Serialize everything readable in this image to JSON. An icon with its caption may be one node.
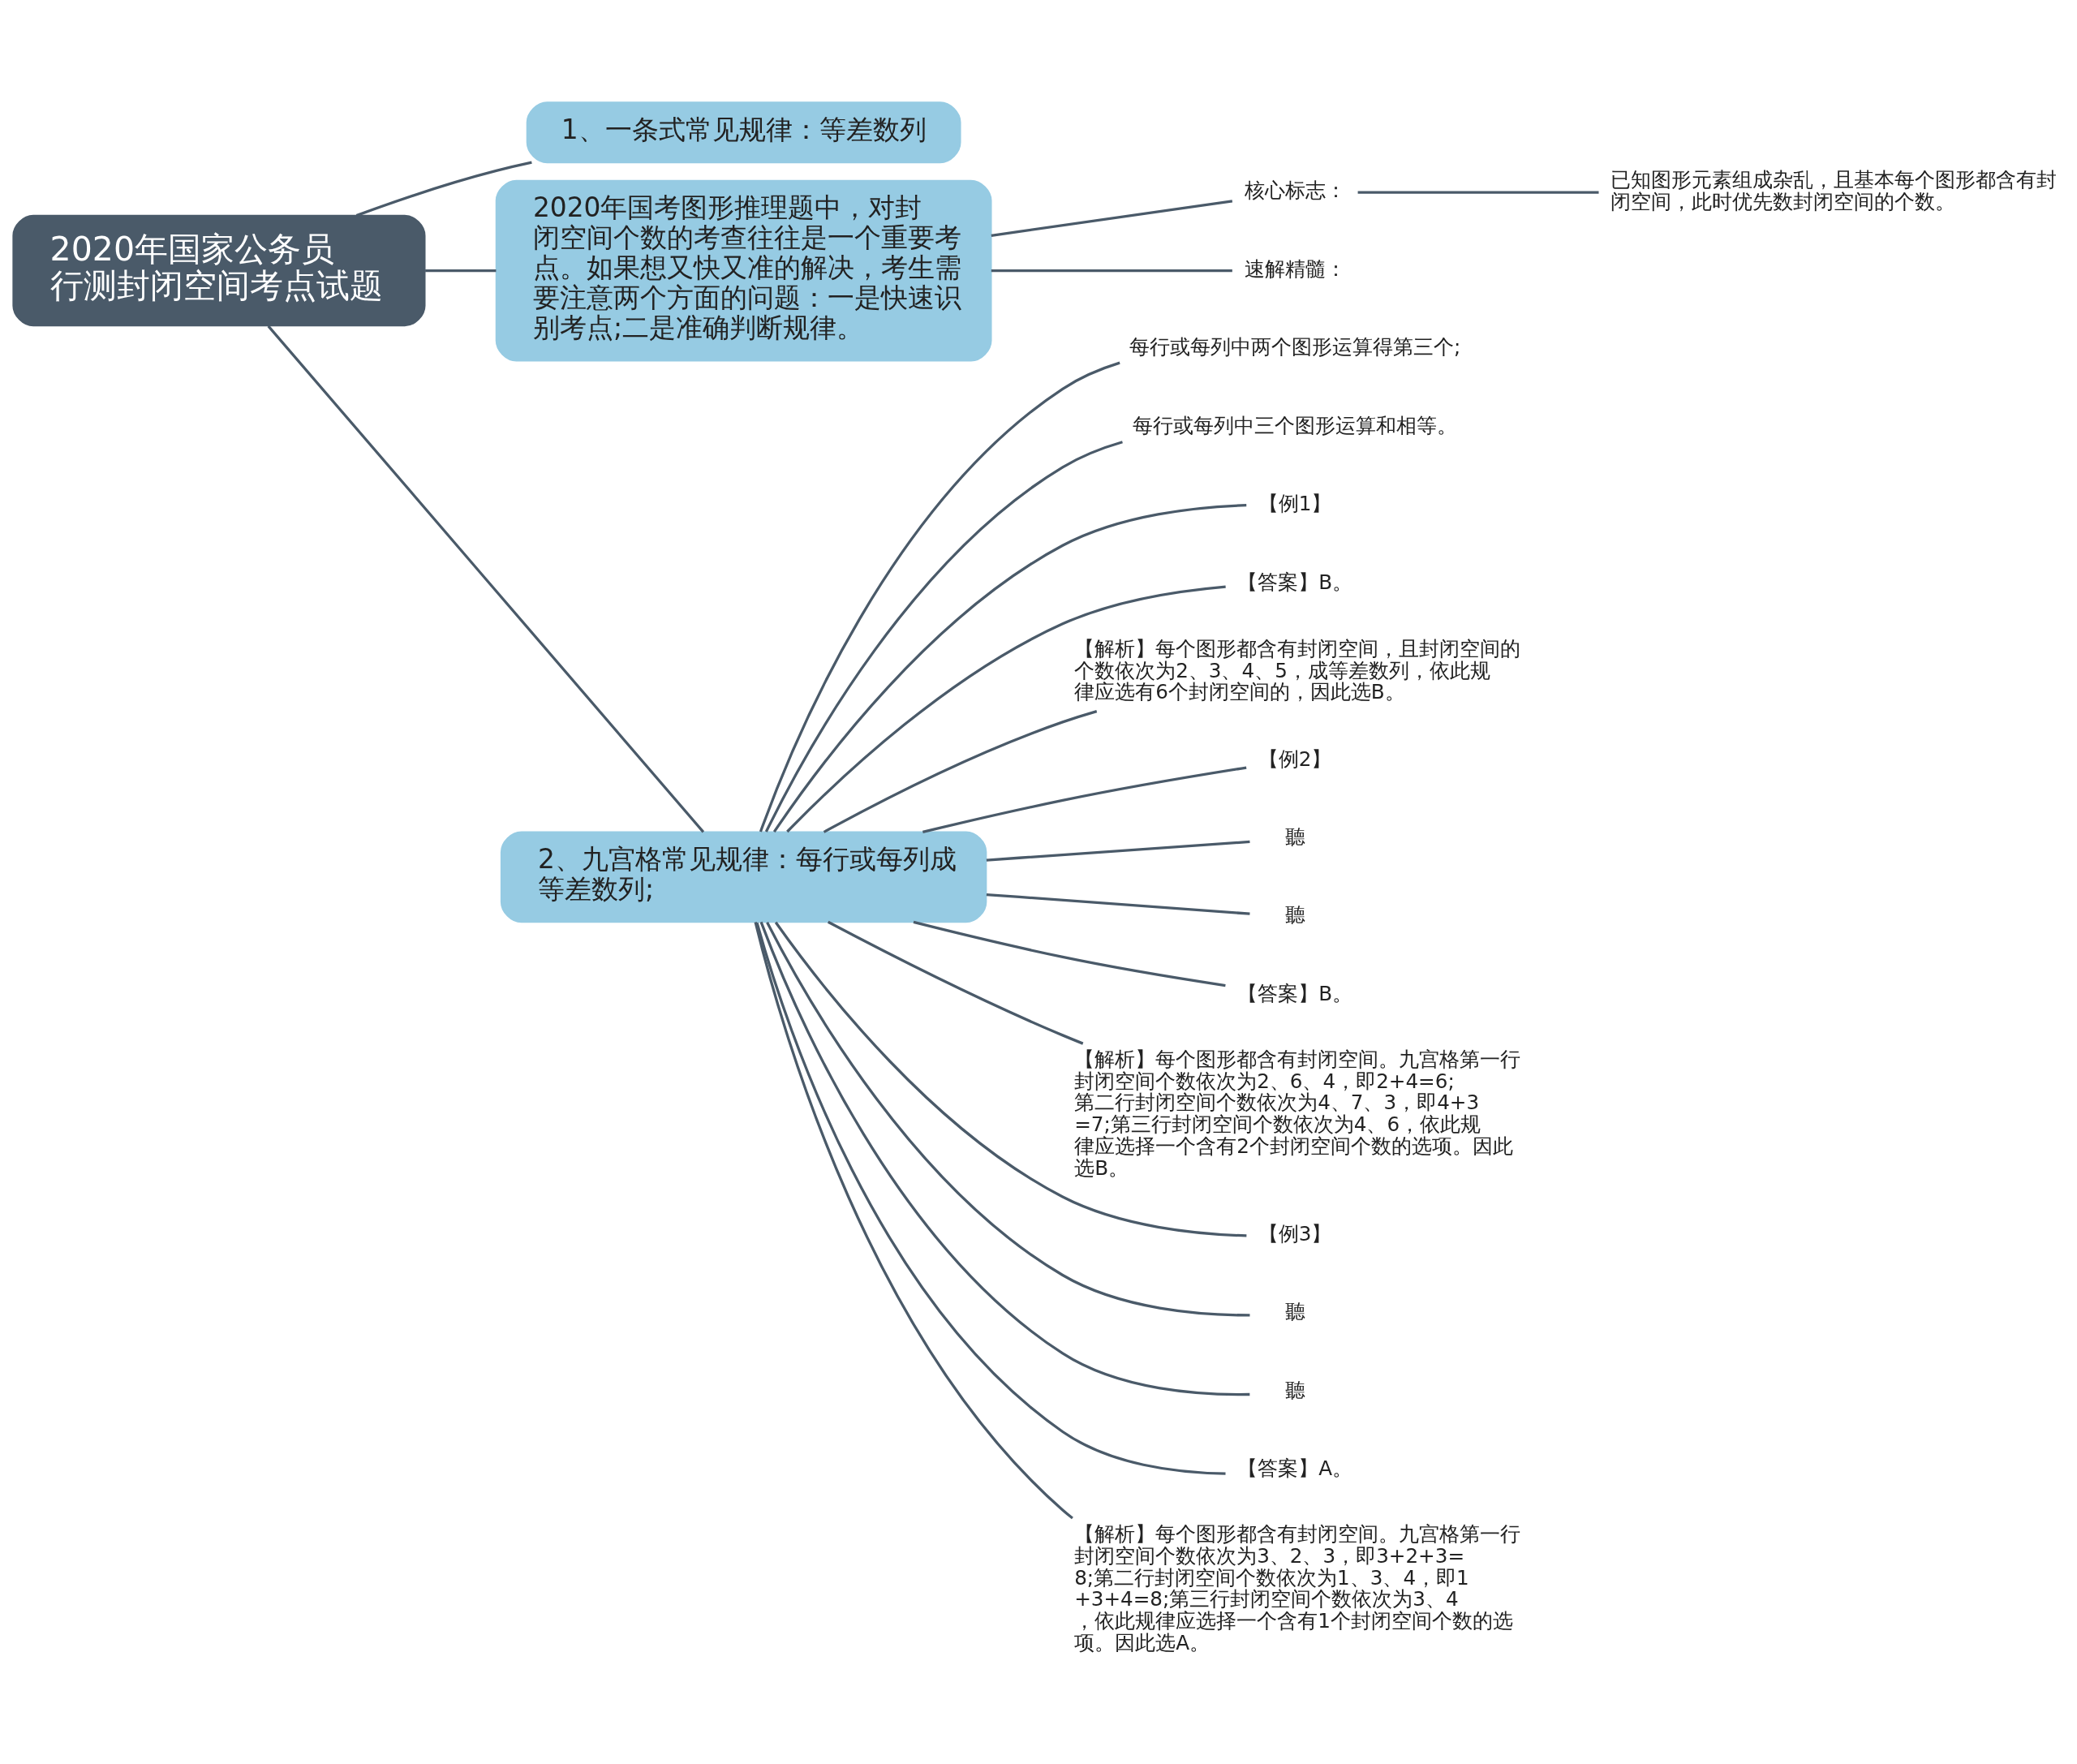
{
  "diagram": {
    "nodes": [
      {
        "text": [
          "2020年国家公务员行测封闭空间考点试题"
        ]
      },
      {
        "text": [
          "1、一条式常见规律：等差数列"
        ]
      },
      {
        "text": [
          "2020年国考图形推理题中，对封闭空间个数的考查往往是一个重要考点。如果想又快又准的解决，考生需要注意两个方面的问题：一是快速识别考点;二是准确判断规律。"
        ]
      },
      {
        "text": [
          "核心标志："
        ]
      },
      {
        "text": [
          "已知图形元素组成杂乱，且基本每个图形都含有封闭空间，此时优先数封闭空间的个数。"
        ]
      },
      {
        "text": [
          "速解精髓："
        ]
      },
      {
        "text": [
          "2、九宫格常见规律：每行或每列成等差数列;"
        ]
      },
      {
        "text": [
          "每行或每列中两个图形运算得第三个;"
        ]
      },
      {
        "text": [
          "每行或每列中三个图形运算和相等。"
        ]
      },
      {
        "text": [
          "【例1】"
        ]
      },
      {
        "text": [
          "【答案】B。"
        ]
      },
      {
        "text": [
          "【解析】每个图形都含有封闭空间，且封闭空间的个数依次为2、3、4、5，成等差数列，依此规律应选有6个封闭空间的，因此选B。"
        ]
      },
      {
        "text": [
          "【例2】"
        ]
      },
      {
        "text": [
          "聽"
        ]
      },
      {
        "text": [
          "聽"
        ]
      },
      {
        "text": [
          "【答案】B。"
        ]
      },
      {
        "text": [
          "【解析】每个图形都含有封闭空间。九宫格第一行封闭空间个数依次为2、6、4，即2+4=6;第二行封闭空间个数依次为4、7、3，即4+3=7;第三行封闭空间个数依次为4、6，依此规律应选择一个含有2个封闭空间个数的选项。因此选B。"
        ]
      },
      {
        "text": [
          "【例3】"
        ]
      },
      {
        "text": [
          "聽"
        ]
      },
      {
        "text": [
          "聽"
        ]
      },
      {
        "text": [
          "【答案】A。"
        ]
      },
      {
        "text": [
          "【解析】每个图形都含有封闭空间。九宫格第一行封闭空间个数依次为3、2、3，即3+2+3=8;第二行封闭空间个数依次为1、3、4，即1+3+4=8;第三行封闭空间个数依次为3、4，依此规律应选择一个含有1个封闭空间个数的选项。因此选A。"
        ]
      }
    ],
    "edges": [
      {
        "from": 0,
        "to": 1,
        "arrow": "none"
      },
      {
        "from": 0,
        "to": 2,
        "arrow": "none"
      },
      {
        "from": 2,
        "to": 3,
        "arrow": "none"
      },
      {
        "from": 3,
        "to": 4,
        "arrow": "none"
      },
      {
        "from": 2,
        "to": 5,
        "arrow": "none"
      },
      {
        "from": 0,
        "to": 6,
        "arrow": "none"
      },
      {
        "from": 6,
        "to": 7,
        "arrow": "none"
      },
      {
        "from": 6,
        "to": 8,
        "arrow": "none"
      },
      {
        "from": 6,
        "to": 9,
        "arrow": "none"
      },
      {
        "from": 6,
        "to": 10,
        "arrow": "none"
      },
      {
        "from": 6,
        "to": 11,
        "arrow": "none"
      },
      {
        "from": 6,
        "to": 12,
        "arrow": "none"
      },
      {
        "from": 6,
        "to": 13,
        "arrow": "none"
      },
      {
        "from": 6,
        "to": 14,
        "arrow": "none"
      },
      {
        "from": 6,
        "to": 15,
        "arrow": "none"
      },
      {
        "from": 6,
        "to": 16,
        "arrow": "none"
      },
      {
        "from": 6,
        "to": 17,
        "arrow": "none"
      },
      {
        "from": 6,
        "to": 18,
        "arrow": "none"
      },
      {
        "from": 6,
        "to": 19,
        "arrow": "none"
      },
      {
        "from": 6,
        "to": 20,
        "arrow": "none"
      },
      {
        "from": 6,
        "to": 21,
        "arrow": "none"
      }
    ]
  }
}
